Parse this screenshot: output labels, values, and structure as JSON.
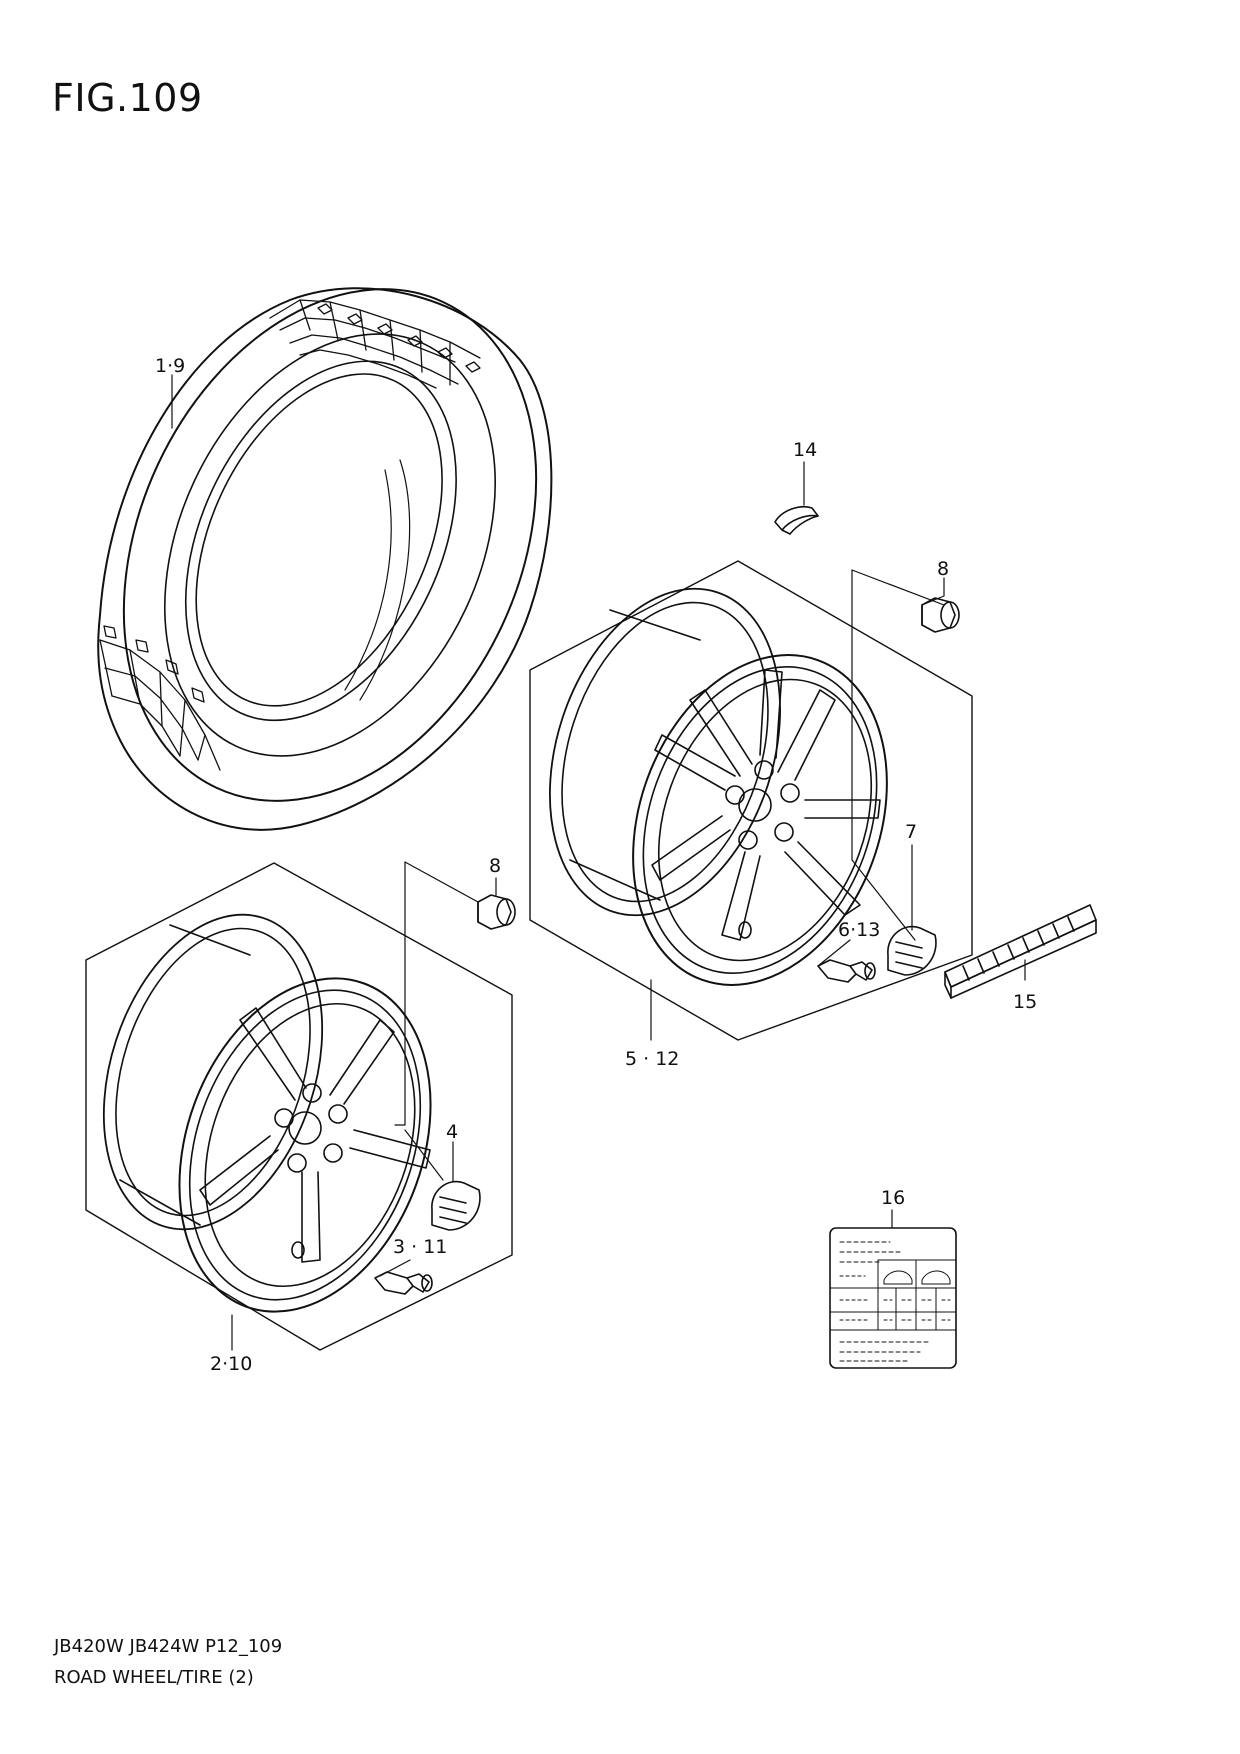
{
  "header": {
    "figure": "FIG.109"
  },
  "footer": {
    "model_code": "JB420W JB424W P12_109",
    "title": "ROAD WHEEL/TIRE (2)"
  },
  "callouts": {
    "tire": "1·9",
    "valve_cap": "14",
    "nut_upper": "8",
    "nut_lower": "8",
    "center_cap_upper": "7",
    "valve_upper": "6·13",
    "wheel_upper": "5 · 12",
    "balance_weight": "15",
    "center_cap_lower": "4",
    "valve_lower": "3 · 11",
    "wheel_lower": "2·10",
    "label": "16"
  }
}
